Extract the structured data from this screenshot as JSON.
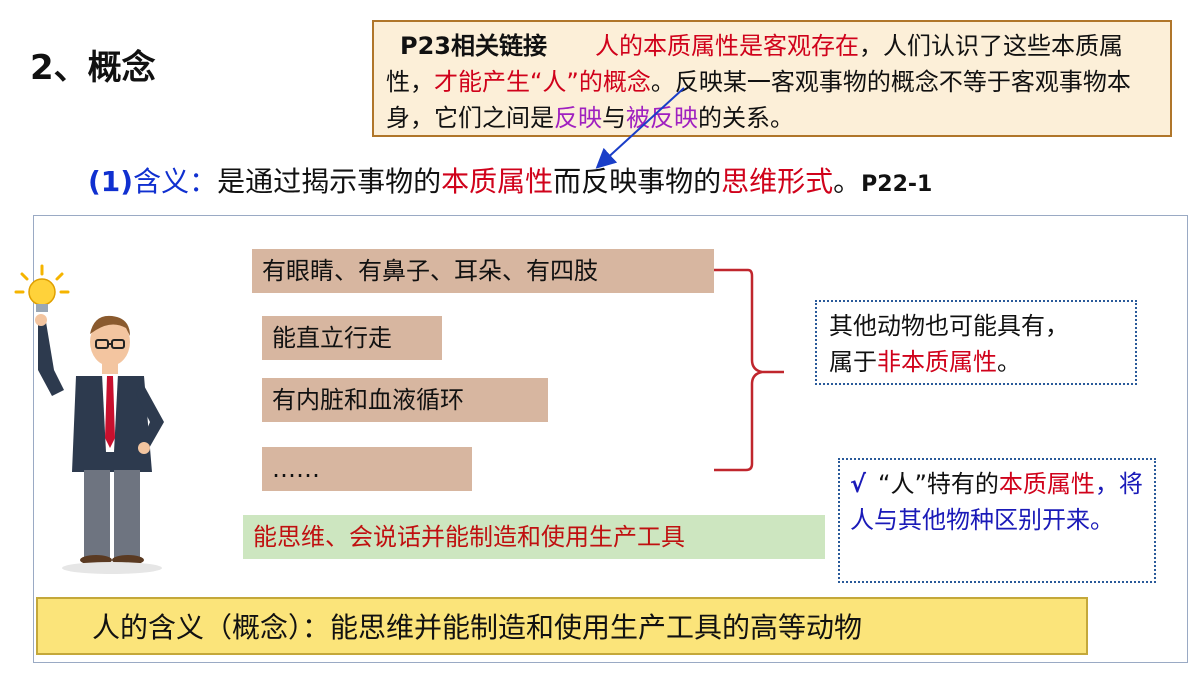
{
  "title": "2、概念",
  "link_box": {
    "ref": "P23相关链接",
    "seg1": "人的本质属性是客观存在",
    "seg2": "，人们认识了这些本质属性，",
    "seg3": "才能产生“人”的概念",
    "seg4": "。反映某一客观事物的概念不等于客观事物本身，它们之间是",
    "seg5": "反映",
    "seg6": "与",
    "seg7": "被反映",
    "seg8": "的关系。"
  },
  "definition": {
    "num": "(1)",
    "label": "含义：",
    "text1": "是通过揭示事物的",
    "highlight1": "本质属性",
    "text2": "而反映事物的",
    "highlight2": "思维形式",
    "text3": "。",
    "page_ref": "P22-1"
  },
  "attributes": [
    "有眼睛、有鼻子、耳朵、有四肢",
    "能直立行走",
    "有内脏和血液循环",
    "……"
  ],
  "essential_attribute": "能思维、会说话并能制造和使用生产工具",
  "note_nonessential": {
    "line1": "其他动物也可能具有，",
    "prefix": "属于",
    "highlight": "非本质属性",
    "suffix": "。"
  },
  "note_essential": {
    "check": "√",
    "text1": "“人”特有的",
    "highlight": "本质属性",
    "text2": "，将人与其他物种区别开来。"
  },
  "conclusion": "人的含义（概念）：能思维并能制造和使用生产工具的高等动物",
  "colors": {
    "accent_red": "#d0021b",
    "accent_blue": "#1030d0",
    "accent_purple": "#a020c0",
    "link_bg": "#fcefd8",
    "attr_bg": "#d7b6a0",
    "essential_bg": "#cde6c0",
    "conclusion_bg": "#fbe47a"
  },
  "icons": [
    "lightbulb-icon",
    "businessman-illustration",
    "brace-icon",
    "arrow-icon"
  ]
}
